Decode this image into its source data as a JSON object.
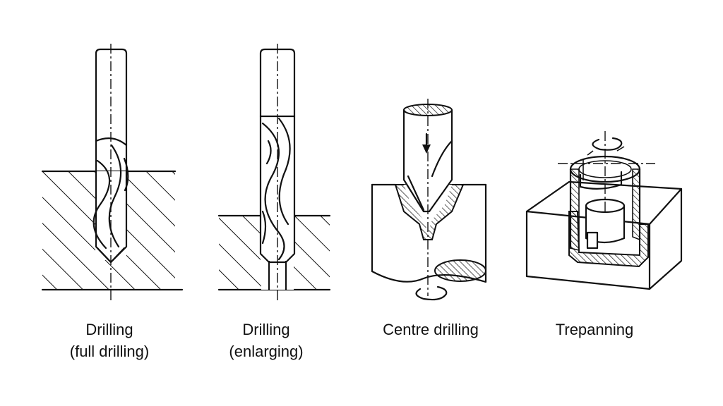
{
  "panels": [
    {
      "id": "full",
      "lines": [
        "Drilling",
        "(full drilling)"
      ],
      "icon": "twist-drill-through-hole"
    },
    {
      "id": "enl",
      "lines": [
        "Drilling",
        "(enlarging)"
      ],
      "icon": "twist-drill-enlarging-hole"
    },
    {
      "id": "centre",
      "lines": [
        "Centre drilling"
      ],
      "icon": "centre-drill-in-shaft"
    },
    {
      "id": "trep",
      "lines": [
        "Trepanning"
      ],
      "icon": "trepanning-core-cutter"
    }
  ],
  "colors": {
    "ink": "#111111",
    "background": "#ffffff"
  }
}
